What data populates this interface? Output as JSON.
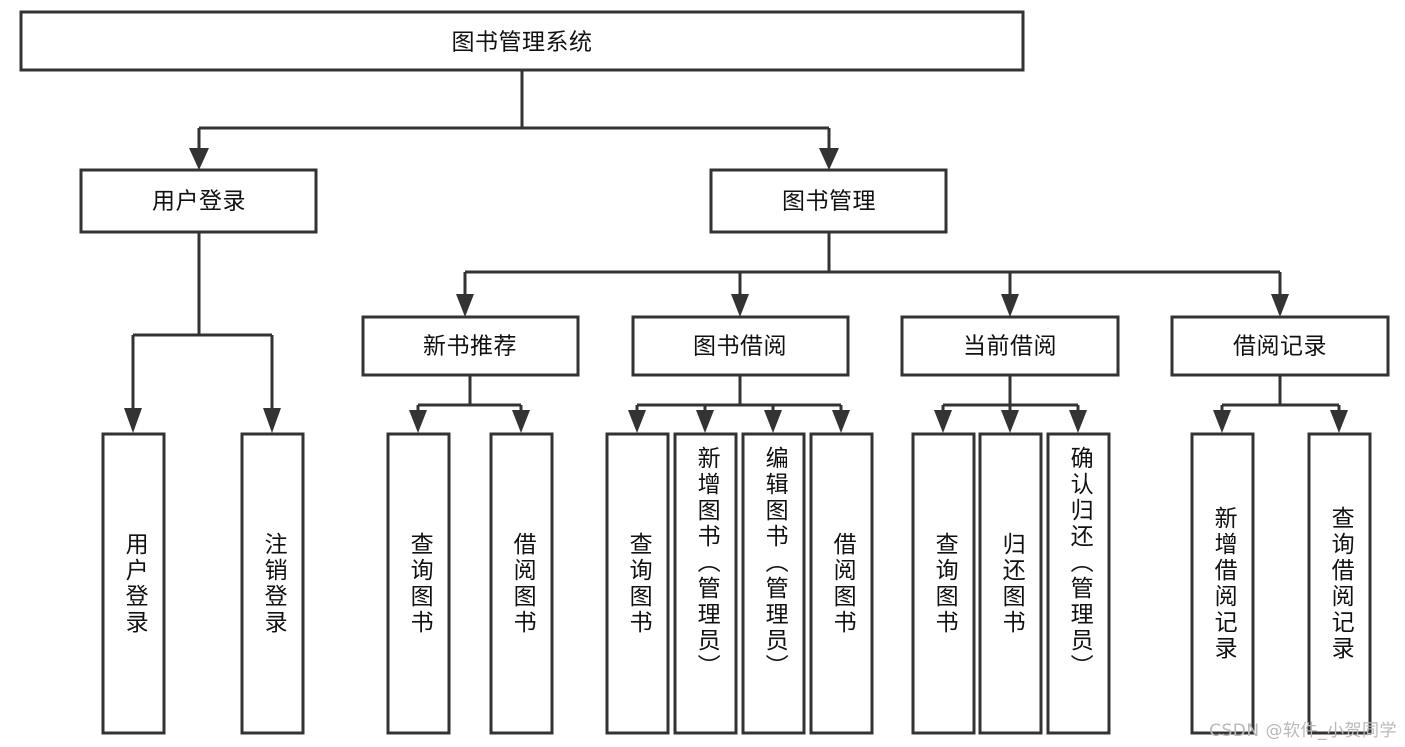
{
  "diagram": {
    "type": "tree",
    "title": "图书管理系统",
    "orientation": "top-down",
    "line_color": "#333333",
    "box_fill": "#ffffff",
    "text_color": "#111111",
    "root": {
      "id": "root",
      "label": "图书管理系统"
    },
    "level2": [
      {
        "id": "user-login",
        "label": "用户登录"
      },
      {
        "id": "book-manage",
        "label": "图书管理"
      }
    ],
    "level3": [
      {
        "id": "new-book-recommend",
        "label": "新书推荐",
        "parent": "book-manage"
      },
      {
        "id": "book-borrow",
        "label": "图书借阅",
        "parent": "book-manage"
      },
      {
        "id": "current-borrow",
        "label": "当前借阅",
        "parent": "book-manage"
      },
      {
        "id": "borrow-record",
        "label": "借阅记录",
        "parent": "book-manage"
      }
    ],
    "leaves": [
      {
        "id": "leaf-user-login",
        "label": "用户登录",
        "parent": "user-login"
      },
      {
        "id": "leaf-logout",
        "label": "注销登录",
        "parent": "user-login"
      },
      {
        "id": "leaf-query-book-1",
        "label": "查询图书",
        "parent": "new-book-recommend"
      },
      {
        "id": "leaf-borrow-book-1",
        "label": "借阅图书",
        "parent": "new-book-recommend"
      },
      {
        "id": "leaf-query-book-2",
        "label": "查询图书",
        "parent": "book-borrow"
      },
      {
        "id": "leaf-add-book",
        "label": "新增图书（管理员）",
        "parent": "book-borrow"
      },
      {
        "id": "leaf-edit-book",
        "label": "编辑图书（管理员）",
        "parent": "book-borrow"
      },
      {
        "id": "leaf-borrow-book-2",
        "label": "借阅图书",
        "parent": "book-borrow"
      },
      {
        "id": "leaf-query-book-3",
        "label": "查询图书",
        "parent": "current-borrow"
      },
      {
        "id": "leaf-return-book",
        "label": "归还图书",
        "parent": "current-borrow"
      },
      {
        "id": "leaf-confirm-return",
        "label": "确认归还（管理员）",
        "parent": "current-borrow"
      },
      {
        "id": "leaf-add-record",
        "label": "新增借阅记录",
        "parent": "borrow-record"
      },
      {
        "id": "leaf-query-record",
        "label": "查询借阅记录",
        "parent": "borrow-record"
      }
    ]
  },
  "watermark": {
    "text": "CSDN @软件_小贺同学"
  }
}
